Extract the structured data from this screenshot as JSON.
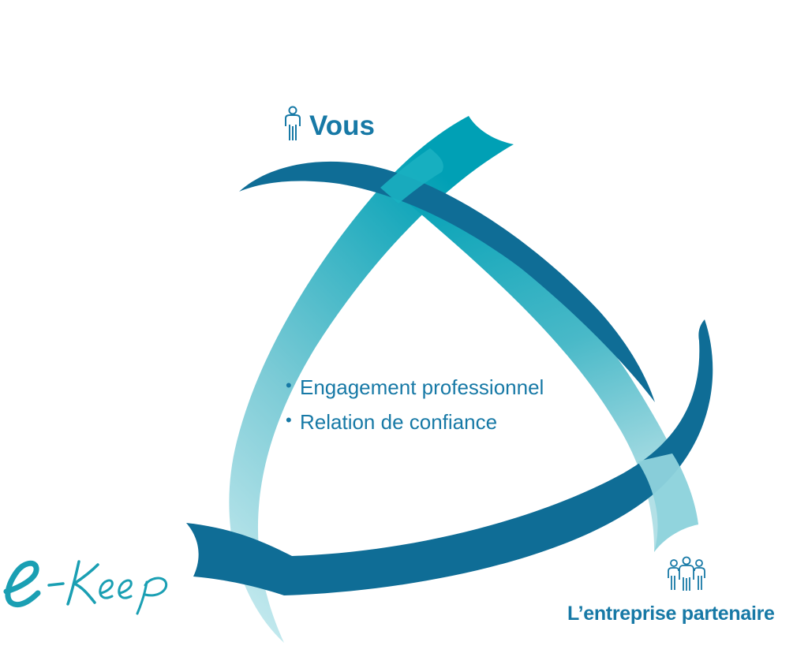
{
  "colors": {
    "dark_blue": "#0f6d96",
    "teal": "#0ba6b7",
    "light_teal": "#b8e2e8",
    "text_blue": "#1779a6"
  },
  "parties": {
    "top": {
      "label": "Vous",
      "icon": "person-icon"
    },
    "bottom_right": {
      "label": "L’entreprise partenaire",
      "icon": "group-icon"
    }
  },
  "center": {
    "items": [
      {
        "bullet": "•",
        "text": "Engagement professionnel"
      },
      {
        "bullet": "•",
        "text": "Relation de confiance"
      }
    ]
  },
  "logo": {
    "text": "e-Keep"
  }
}
